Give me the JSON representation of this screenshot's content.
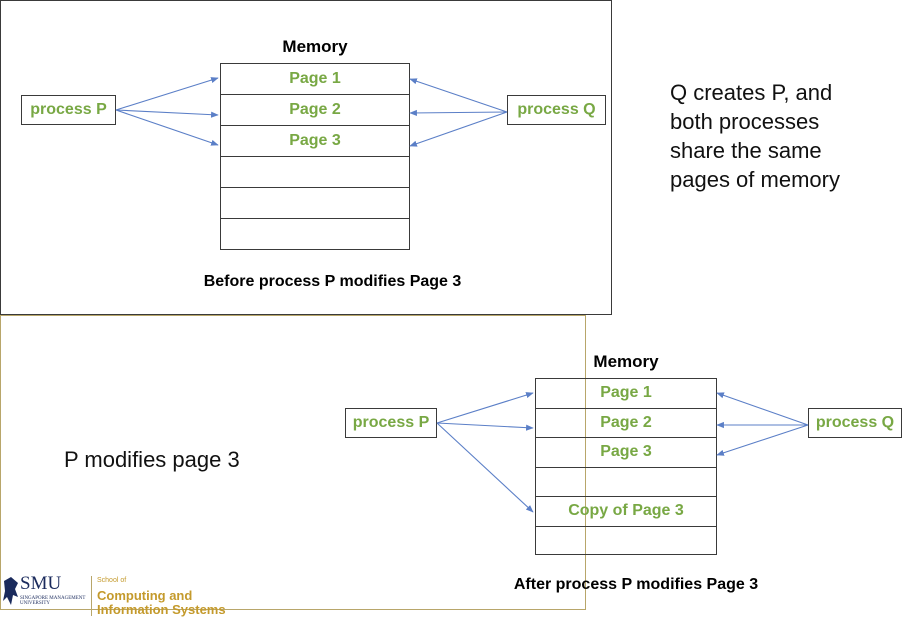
{
  "before": {
    "title": "Memory",
    "pages": [
      "Page 1",
      "Page 2",
      "Page 3",
      "",
      "",
      ""
    ],
    "process_p": "process P",
    "process_q": "process Q",
    "caption": "Before process P modifies Page 3"
  },
  "after": {
    "title": "Memory",
    "pages": [
      "Page 1",
      "Page 2",
      "Page 3",
      "",
      "Copy of Page 3",
      ""
    ],
    "process_p": "process P",
    "process_q": "process Q",
    "caption": "After process P modifies Page 3"
  },
  "notes": {
    "right": [
      "Q creates P, and",
      "both processes",
      "share the same",
      "pages of memory"
    ],
    "left": "P modifies page 3"
  },
  "logo": {
    "brand": "SMU",
    "brand_sub": "SINGAPORE MANAGEMENT UNIVERSITY",
    "school": "School of",
    "dept_line1": "Computing and",
    "dept_line2": "Information Systems"
  },
  "colors": {
    "page_text": "#78a844",
    "arrow": "#5b7fc7",
    "frame2_border": "#b8a66a",
    "logo_gold": "#c49a2c"
  }
}
